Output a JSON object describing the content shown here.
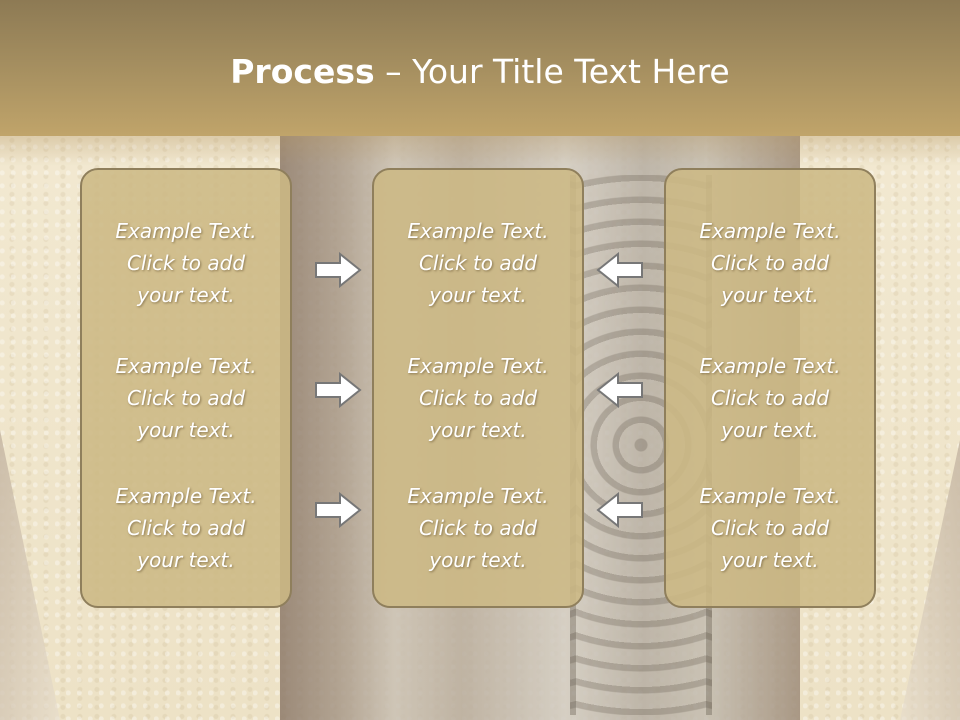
{
  "slide": {
    "title_bold": "Process",
    "title_rest": " – Your Title Text Here"
  },
  "columns": [
    {
      "items": [
        {
          "line1": "Example Text.",
          "line2": "Click  to add",
          "line3": "your text."
        },
        {
          "line1": "Example Text.",
          "line2": "Click  to add",
          "line3": "your text."
        },
        {
          "line1": "Example Text.",
          "line2": "Click  to add",
          "line3": "your text."
        }
      ]
    },
    {
      "items": [
        {
          "line1": "Example Text.",
          "line2": "Click  to add",
          "line3": "your text."
        },
        {
          "line1": "Example Text.",
          "line2": "Click  to add",
          "line3": "your text."
        },
        {
          "line1": "Example Text.",
          "line2": "Click  to add",
          "line3": "your text."
        }
      ]
    },
    {
      "items": [
        {
          "line1": "Example Text.",
          "line2": "Click  to add",
          "line3": "your text."
        },
        {
          "line1": "Example Text.",
          "line2": "Click  to add",
          "line3": "your text."
        },
        {
          "line1": "Example Text.",
          "line2": "Click  to add",
          "line3": "your text."
        }
      ]
    }
  ],
  "arrows": {
    "left_group": [
      "arrow-right-icon",
      "arrow-right-icon",
      "arrow-right-icon"
    ],
    "right_group": [
      "arrow-left-icon",
      "arrow-left-icon",
      "arrow-left-icon"
    ]
  },
  "colors": {
    "header": "#a38d5f",
    "box_fill": "#ccb884",
    "box_border": "#8f7f5c",
    "text": "#ffffff"
  }
}
